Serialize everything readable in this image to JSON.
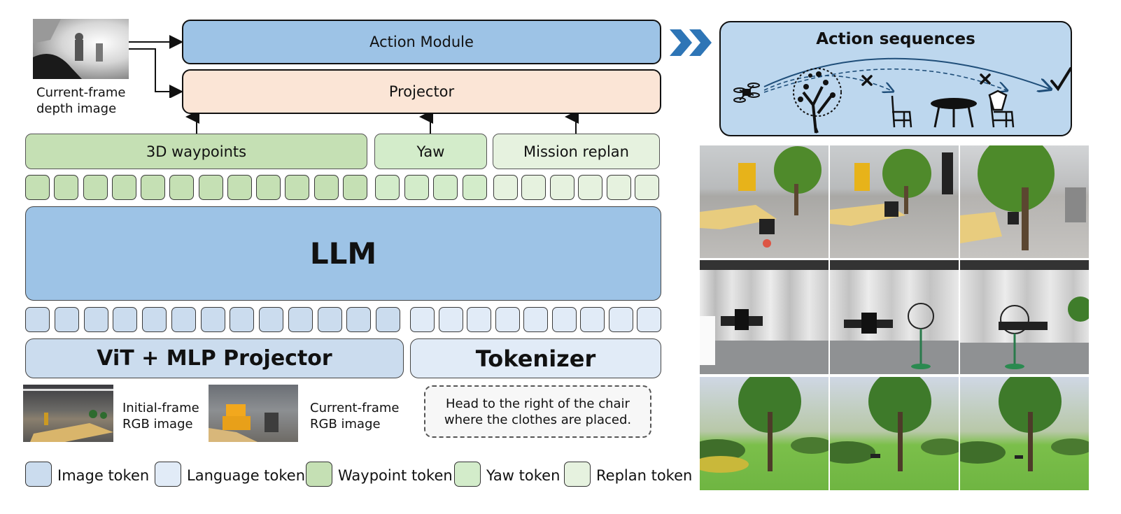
{
  "colors": {
    "image_token": "#cbdcee",
    "language_token": "#e1ebf7",
    "waypoint_token": "#c5e0b4",
    "yaw_token": "#d3ecca",
    "replan_token": "#e6f2df",
    "llm": "#9dc3e6",
    "action_module": "#9dc3e6",
    "projector": "#fbe5d6",
    "action_panel": "#bdd7ee",
    "chevron": "#2e75b6"
  },
  "diagram": {
    "action_module_label": "Action Module",
    "projector_label": "Projector",
    "depth_caption": "Current-frame\ndepth image",
    "waypoints_label": "3D waypoints",
    "yaw_label": "Yaw",
    "replan_label": "Mission replan",
    "llm_label": "LLM",
    "vit_label": "ViT + MLP Projector",
    "tokenizer_label": "Tokenizer",
    "initial_caption": "Initial-frame\nRGB image",
    "current_caption": "Current-frame\nRGB image",
    "instruction": "Head to the right of the chair\nwhere the clothes are placed.",
    "action_sequences_title": "Action sequences",
    "token_counts": {
      "waypoint": 12,
      "yaw": 4,
      "replan": 6,
      "image": 13,
      "language": 9
    }
  },
  "legend": [
    {
      "label": "Image token",
      "color": "#cbdcee"
    },
    {
      "label": "Language token",
      "color": "#e1ebf7"
    },
    {
      "label": "Waypoint token",
      "color": "#c5e0b4"
    },
    {
      "label": "Yaw token",
      "color": "#d3ecca"
    },
    {
      "label": "Replan token",
      "color": "#e6f2df"
    }
  ],
  "icons": [
    "drone-icon",
    "tree-icon",
    "chair-icon",
    "table-icon",
    "chair-with-clothes-icon",
    "cross-icon",
    "checkmark-icon",
    "chevron-right-icon"
  ]
}
